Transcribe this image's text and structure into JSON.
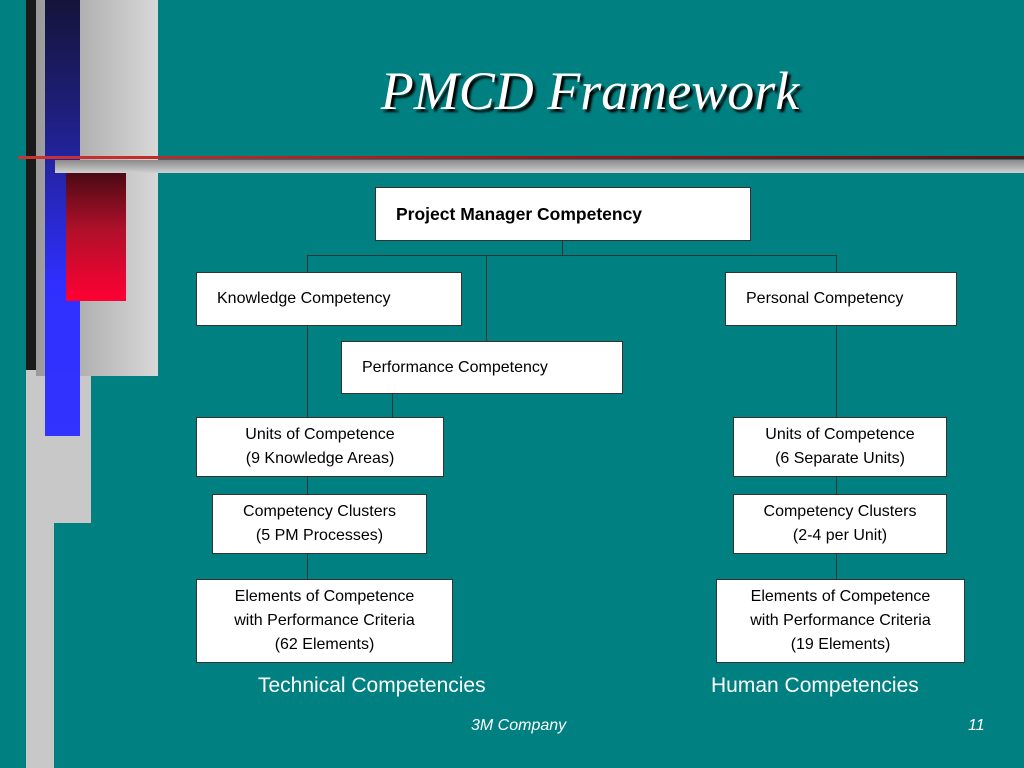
{
  "slide": {
    "title": "PMCD Framework",
    "footer_left": "3M Company",
    "page_number": "11",
    "colors": {
      "background": "#008080",
      "accent_blue": "#2f2fff",
      "accent_red": "#ff0033",
      "light_gray": "#cccccc",
      "dark_navy": "#1a1a4a",
      "divider_red": "#aa1111",
      "box_fill": "#ffffff",
      "connector": "#333333"
    }
  },
  "diagram": {
    "root": "Project Manager Competency",
    "level2": {
      "knowledge": "Knowledge Competency",
      "performance": "Performance Competency",
      "personal": "Personal Competency"
    },
    "technical": {
      "units": [
        "Units of Competence",
        "(9 Knowledge Areas)"
      ],
      "clusters": [
        "Competency Clusters",
        "(5 PM Processes)"
      ],
      "elements": [
        "Elements of Competence",
        "with Performance Criteria",
        "(62 Elements)"
      ],
      "caption": "Technical Competencies"
    },
    "human": {
      "units": [
        "Units of Competence",
        "(6  Separate Units)"
      ],
      "clusters": [
        "Competency Clusters",
        "(2-4 per Unit)"
      ],
      "elements": [
        "Elements of Competence",
        "with Performance Criteria",
        "(19 Elements)"
      ],
      "caption": "Human Competencies"
    }
  }
}
